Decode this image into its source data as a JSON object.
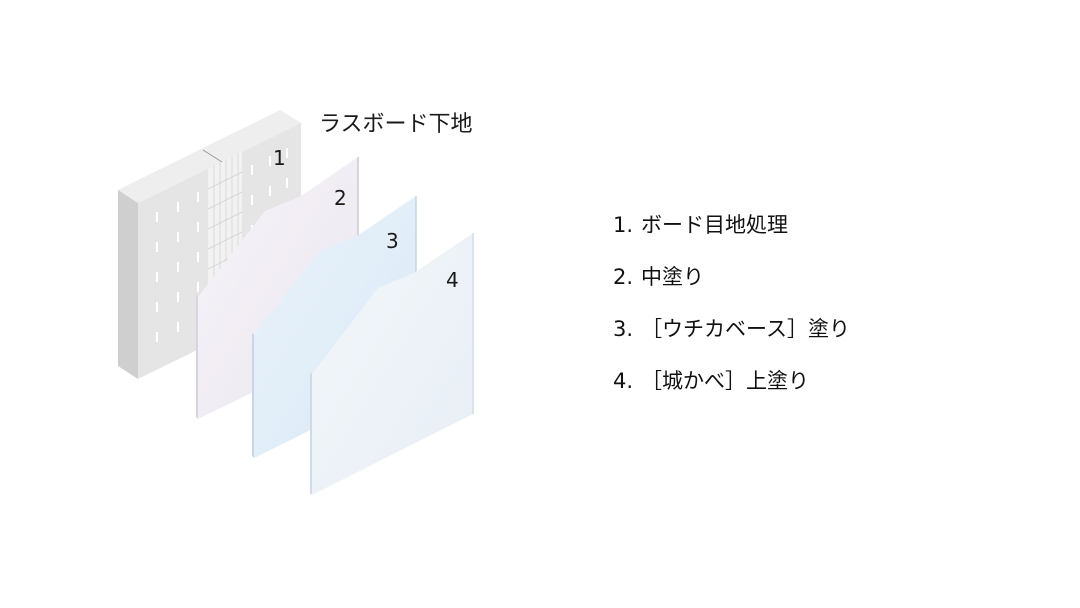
{
  "diagram": {
    "title": "ラスボード下地",
    "layer_numbers": [
      "1",
      "2",
      "3",
      "4"
    ],
    "colors": {
      "board_face": "#e6e6e6",
      "board_side": "#d4d4d4",
      "board_top": "#efefef",
      "layer2_face": "#f3eff6",
      "layer3_face": "#e3eff9",
      "layer4_face": "#eef3f8"
    }
  },
  "legend": {
    "items": [
      {
        "no": "1.",
        "text": "ボード目地処理"
      },
      {
        "no": "2.",
        "text": "中塗り"
      },
      {
        "no": "3.",
        "text": "［ウチカベース］塗り"
      },
      {
        "no": "4.",
        "text": "［城かべ］上塗り"
      }
    ]
  }
}
